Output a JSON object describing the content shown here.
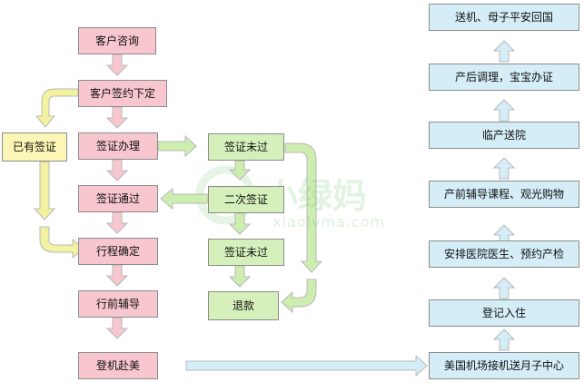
{
  "flowchart": {
    "left_column": {
      "client_inquiry": "客户咨询",
      "client_contract": "客户签约下定",
      "visa_processing": "签证办理",
      "visa_approved": "签证通过",
      "itinerary_confirmed": "行程确定",
      "predeparture_guidance": "行前辅导",
      "board_to_usa": "登机赴美"
    },
    "side_box": {
      "has_visa": "已有签证"
    },
    "middle_column": {
      "visa_rejected_1": "签证未过",
      "second_visa": "二次签证",
      "visa_rejected_2": "签证未过",
      "refund": "退款"
    },
    "right_column": {
      "send_home": "送机、母子平安回国",
      "postpartum_care": "产后调理，宝宝办证",
      "hospital_delivery": "临产送院",
      "prenatal_courses": "产前辅导课程、观光购物",
      "arrange_hospital": "安排医院医生、预约产检",
      "check_in": "登记入住",
      "airport_pickup": "美国机场接机送月子中心"
    }
  },
  "watermark": {
    "brand": "小绿妈",
    "url": "xiaolvma.com"
  },
  "colors": {
    "pink_box": "#f7c6cf",
    "yellow_box": "#fbf6b5",
    "green_box": "#d6f0bb",
    "blue_box": "#d4edf7",
    "pink_arrow": "#f7c6cf",
    "yellow_arrow": "#f3f2a0",
    "green_arrow": "#cdeeb0",
    "blue_arrow": "#d4edf7"
  }
}
